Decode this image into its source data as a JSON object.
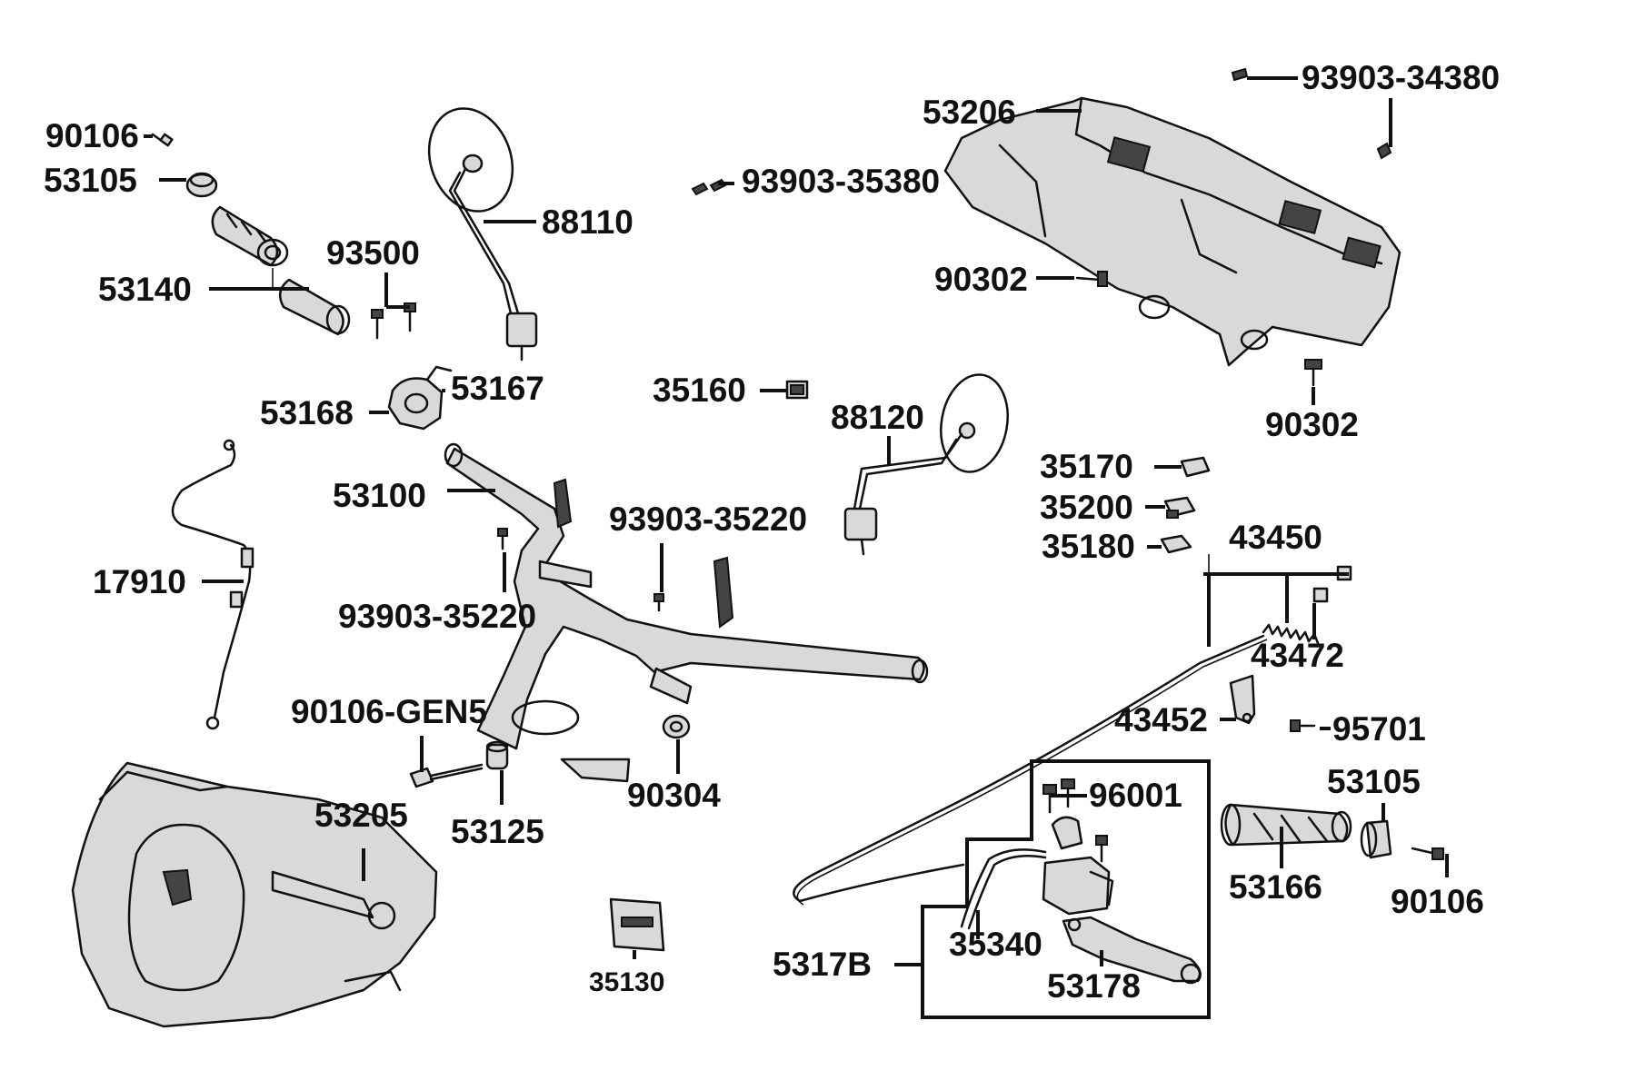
{
  "labels": {
    "l90106a": "90106",
    "l53105a": "53105",
    "l53140": "53140",
    "l93500": "93500",
    "l88110": "88110",
    "l93903_35380": "93903-35380",
    "l53206": "53206",
    "l93903_34380": "93903-34380",
    "l90302a": "90302",
    "l90302b": "90302",
    "l53167": "53167",
    "l53168": "53168",
    "l35160": "35160",
    "l88120": "88120",
    "l35170": "35170",
    "l35200": "35200",
    "l35180": "35180",
    "l53100": "53100",
    "l93903_35220a": "93903-35220",
    "l93903_35220b": "93903-35220",
    "l17910": "17910",
    "l43450": "43450",
    "l43472": "43472",
    "l43452": "43452",
    "l95701": "95701",
    "l90106_gen5": "90106-GEN5",
    "l53205": "53205",
    "l53125": "53125",
    "l90304": "90304",
    "l96001": "96001",
    "l53105b": "53105",
    "l53166": "53166",
    "l90106b": "90106",
    "l35340": "35340",
    "l5317b": "5317B",
    "l53178": "53178",
    "l35130": "35130"
  }
}
